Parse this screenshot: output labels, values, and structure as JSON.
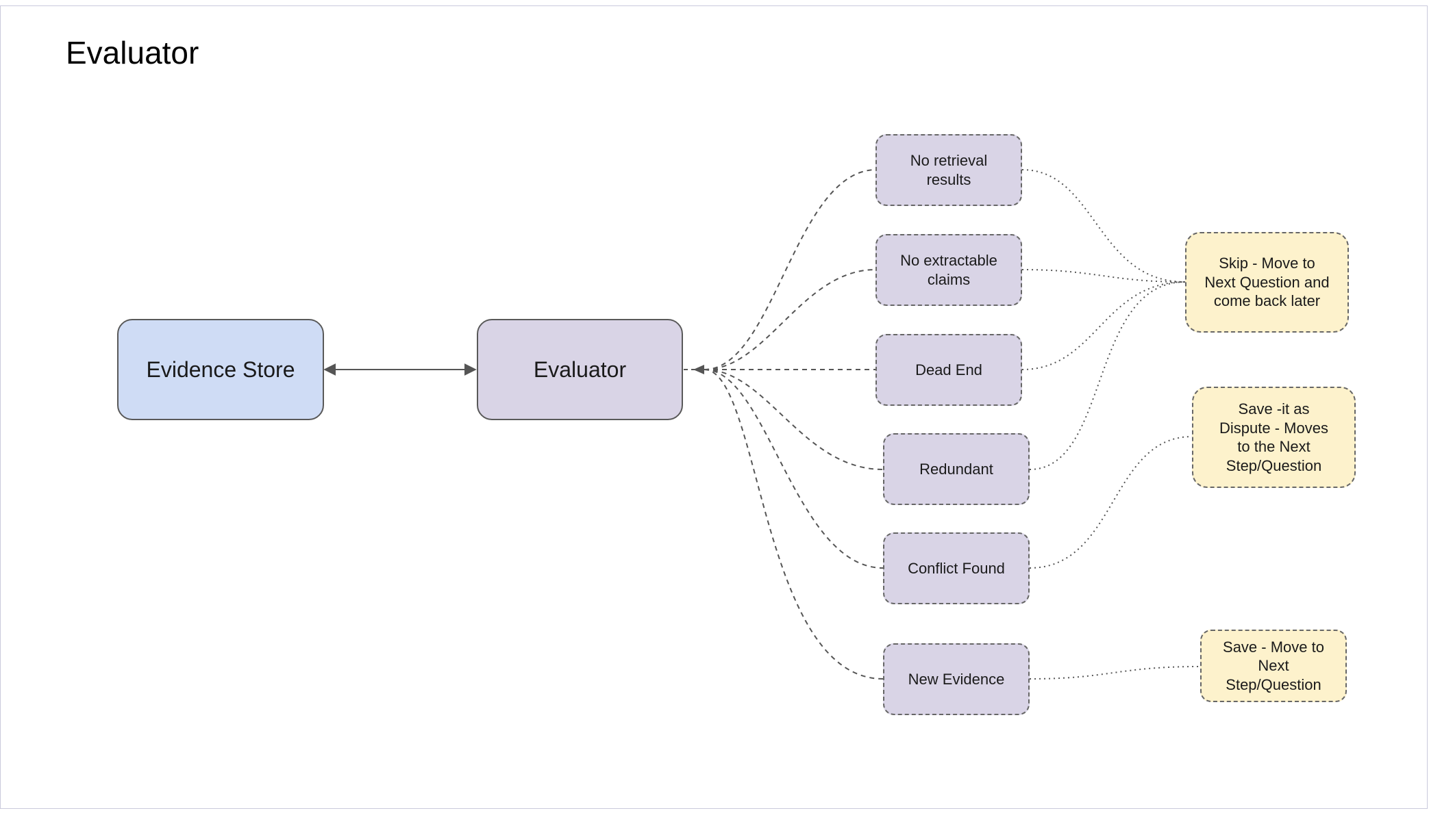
{
  "title": "Evaluator",
  "nodes": {
    "evidence_store": "Evidence Store",
    "evaluator": "Evaluator"
  },
  "outcomes": {
    "no_retrieval": "No retrieval results",
    "no_claims": "No extractable claims",
    "dead_end": "Dead End",
    "redundant": "Redundant",
    "conflict": "Conflict Found",
    "new_evidence": "New Evidence"
  },
  "actions": {
    "skip": "Skip - Move to Next Question and come back later",
    "dispute": "Save -it as Dispute - Moves to the Next Step/Question",
    "save": "Save - Move to Next Step/Question"
  },
  "colors": {
    "evidence_store_fill": "#cfdcf5",
    "evaluator_fill": "#d9d4e6",
    "action_fill": "#fdf2cc",
    "edge_color": "#555555"
  }
}
